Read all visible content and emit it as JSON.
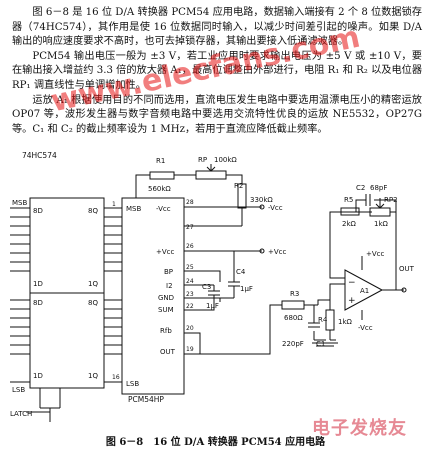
{
  "text": {
    "p1": "图 6－8 是 16 位 D/A 转换器 PCM54 应用电路，数据输入端接有 2 个 8 位数据锁存器（74HC574），其作用是使 16 位数据同时输入，以减少时间差引起的噪声。如果 D/A 输出的响应速度要求不高时，也可去掉锁存器，其输出要接入低通滤波器。",
    "p2": "PCM54 输出电压一般为 ±3 V，若工业应用时要求输出电压为 ±5 V 或 ±10 V，要在输出接入增益约 3.3 倍的放大器 A₁，最高位调整由外部进行，电阻 R₁ 和 R₂ 以及电位器 RP₁ 调直线性与单调增加性。",
    "p3": "运放 A₁ 根据使用目的不同而选用，直流电压发生电路中要选用温漂电压小的精密运放 OP07 等，波形发生器与数字音频电路中要选用交流特性优良的运放 NE5532，OP27G 等。C₁ 和 C₂ 的截止频率设为 1 MHz，若用于直流应降低截止频率。"
  },
  "caption": "图 6－8　16 位 D/A 转换器 PCM54 应用电路",
  "watermark": "www.elecfans.com",
  "logo": "电子发烧友",
  "schematic": {
    "latch_chip": "74HC574",
    "latch_pins": {
      "msb": "MSB",
      "d8": "8D",
      "q8": "8Q",
      "d1": "1D",
      "q1": "1Q",
      "lsb": "LSB",
      "latch": "LATCH"
    },
    "dac_chip": "PCM54HP",
    "dac_pins": {
      "msb": "MSB",
      "lsb": "LSB",
      "vcc_neg": "-Vcc",
      "vcc_pos": "+Vcc",
      "bp": "BP",
      "i2": "I2",
      "gnd": "GND",
      "sum": "SUM",
      "rfb": "Rfb",
      "out": "OUT"
    },
    "pin_numbers": [
      "1",
      "28",
      "27",
      "26",
      "25",
      "24",
      "23",
      "22",
      "20",
      "19",
      "16"
    ],
    "components": {
      "r1": "R1",
      "r1_val": "560kΩ",
      "rp": "RP",
      "rp_val": "100kΩ",
      "r2": "R2",
      "r2_val": "330kΩ",
      "c3": "C3",
      "c4": "C4",
      "c_val": "1μF",
      "r3": "R3",
      "r3_val": "680Ω",
      "r4": "R4",
      "r4_val": "1kΩ",
      "c1_val": "220pF",
      "c1": "C1",
      "r5": "R5",
      "r5_val": "2kΩ",
      "c2": "C2",
      "c2_val": "68pF",
      "rp2": "RP2",
      "rp2_val": "1kΩ",
      "amp": "A1",
      "out": "OUT",
      "vcc_neg": "-Vcc",
      "vcc_pos": "+Vcc"
    }
  }
}
